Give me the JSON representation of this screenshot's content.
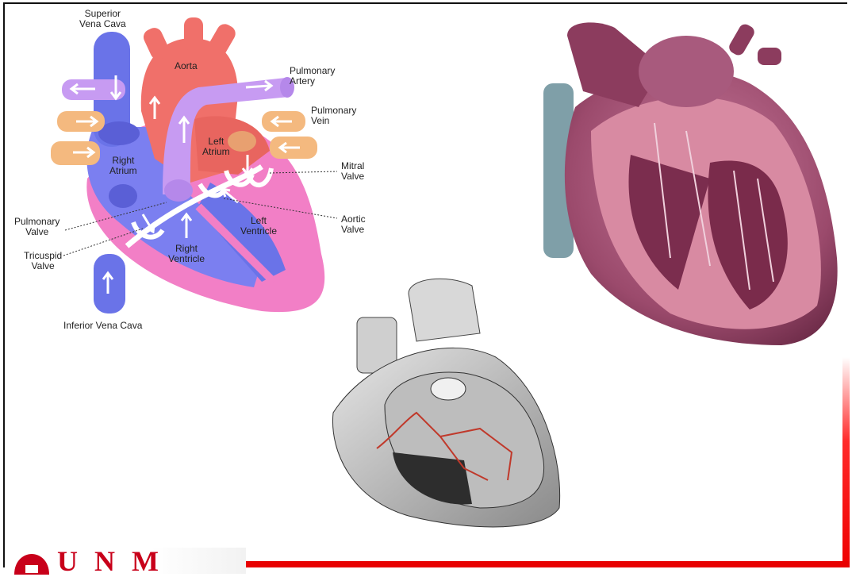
{
  "diagram": {
    "labels": {
      "superior_vena_cava": "Superior\nVena Cava",
      "aorta": "Aorta",
      "pulmonary_artery": "Pulmonary\nArtery",
      "pulmonary_vein": "Pulmonary\nVein",
      "left_atrium": "Left\nAtrium",
      "right_atrium": "Right\nAtrium",
      "mitral_valve": "Mitral\nValve",
      "aortic_valve": "Aortic\nValve",
      "left_ventricle": "Left\nVentricle",
      "pulmonary_valve": "Pulmonary\nValve",
      "right_ventricle": "Right\nVentricle",
      "tricuspid_valve": "Tricuspid\nValve",
      "inferior_vena_cava": "Inferior Vena Cava"
    },
    "colors": {
      "oxygen_poor": "#6a73e8",
      "oxygen_rich": "#f0706a",
      "pulmonary_artery": "#c79bf2",
      "pulmonary_vein": "#f4b97f",
      "wall": "#f27fc6"
    }
  },
  "images": {
    "realistic_heart_cross_section": "heart-cross-section-illustration",
    "engraved_heart_conduction": "engraved-heart-conduction-system"
  },
  "footer": {
    "logo_text": "U N M",
    "accent_color": "#e80000"
  }
}
